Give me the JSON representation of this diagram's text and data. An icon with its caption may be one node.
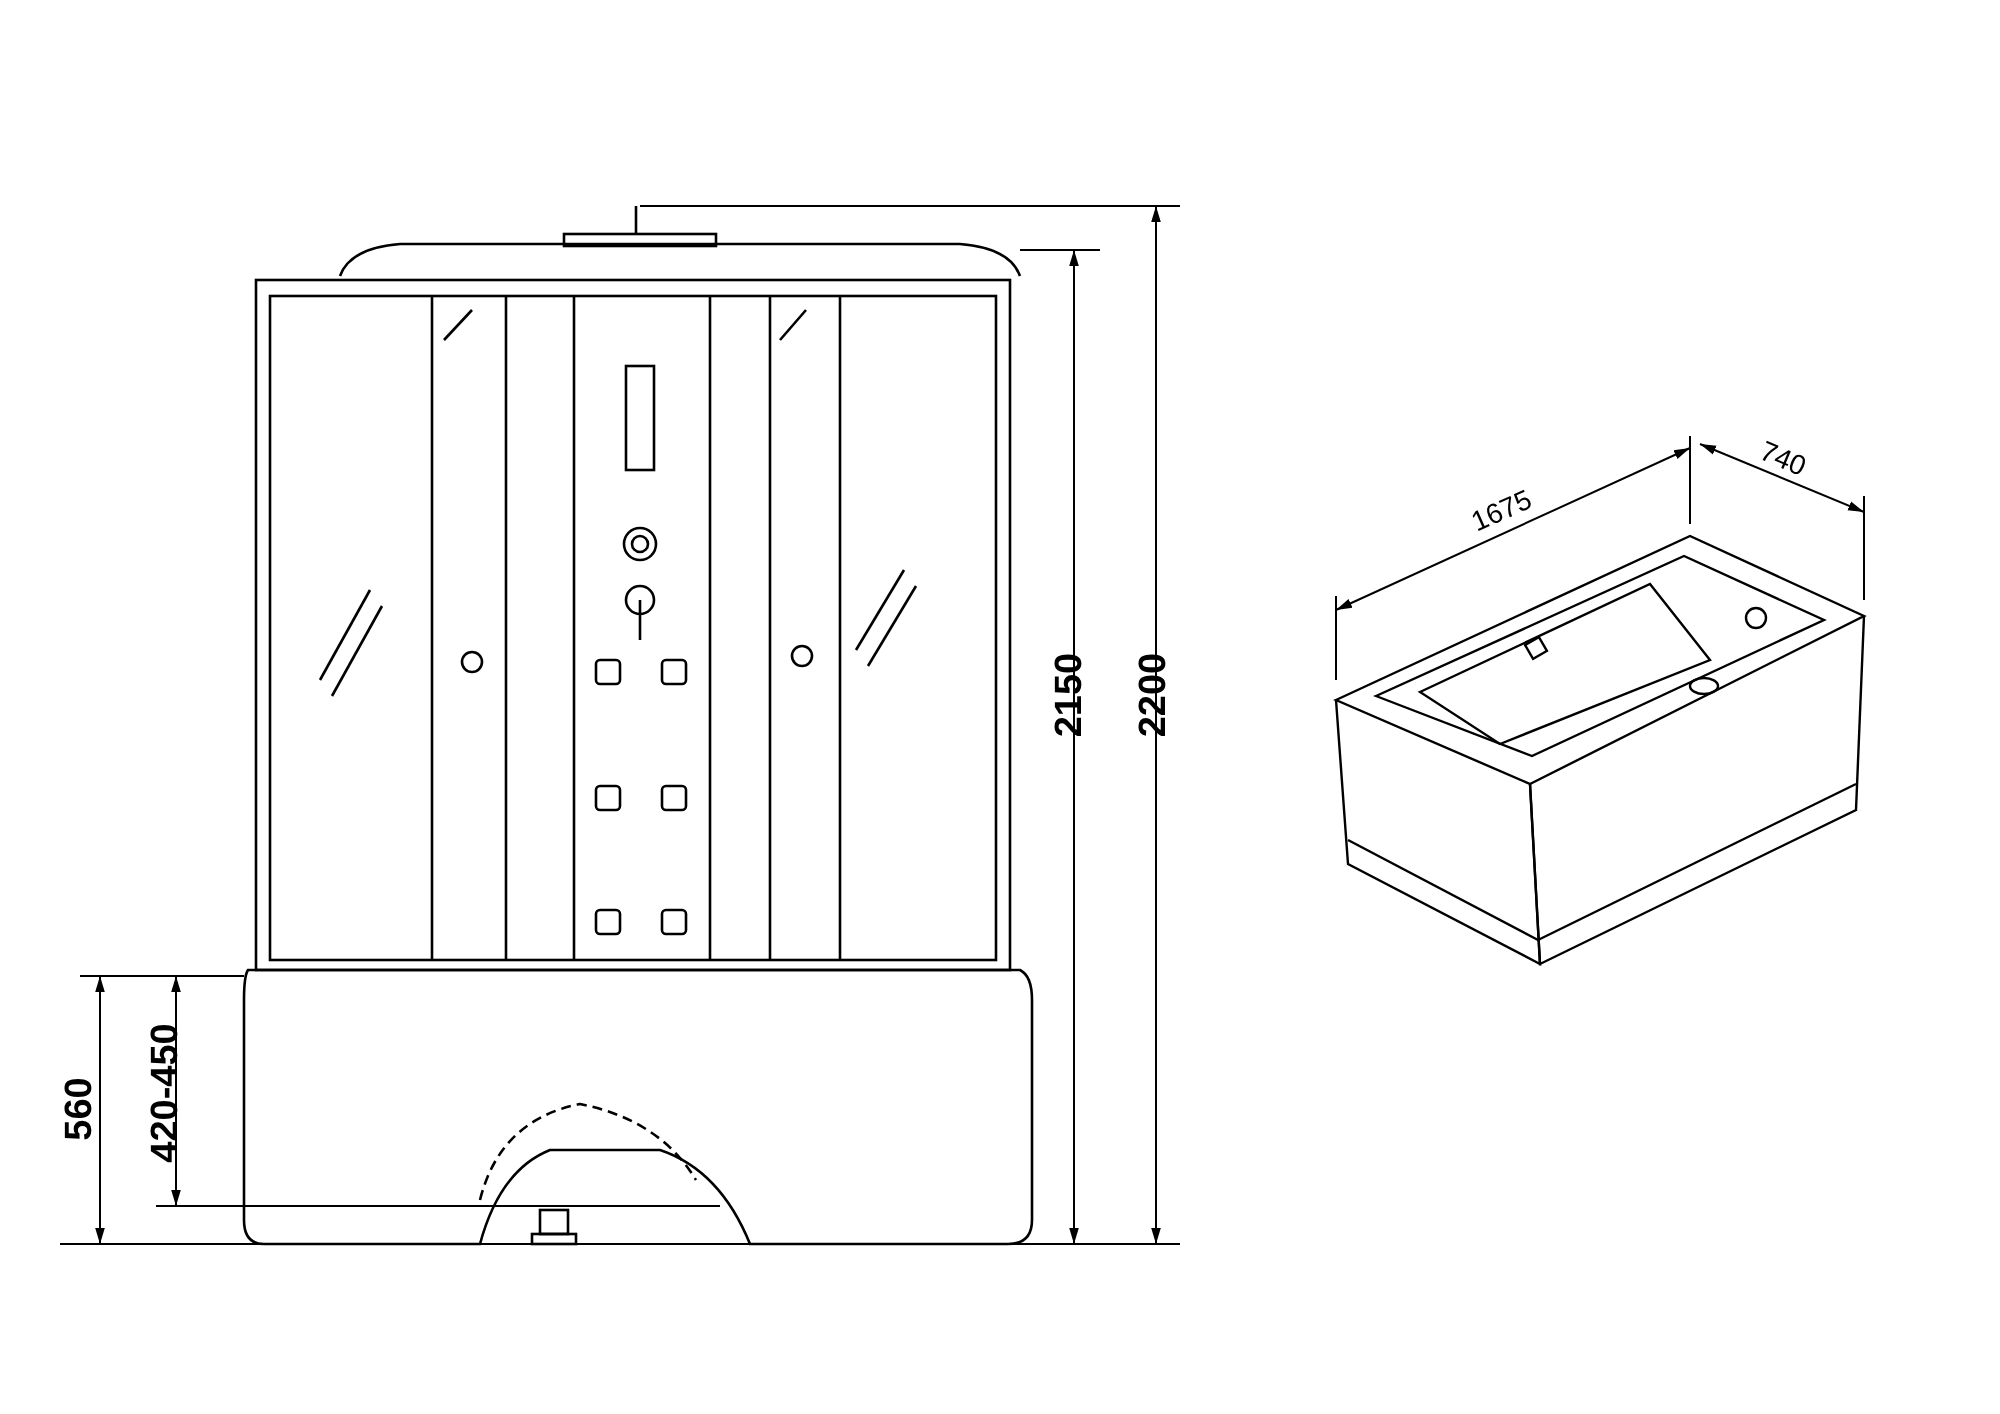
{
  "diagram": {
    "labels": [
      "2200",
      "2150",
      "560",
      "420-450",
      "1675",
      "740"
    ]
  }
}
